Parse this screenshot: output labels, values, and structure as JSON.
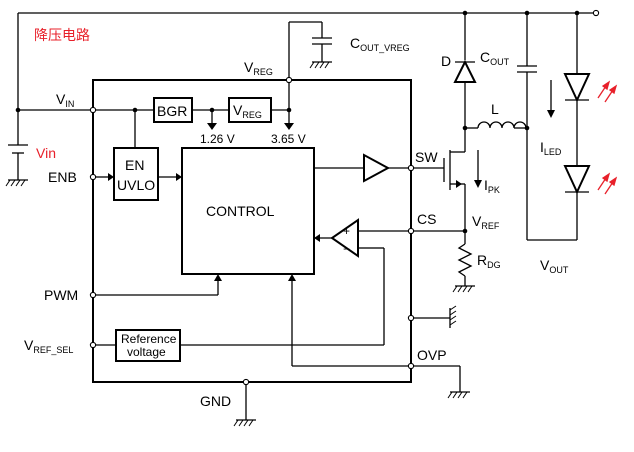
{
  "labels": {
    "buck_circuit": "降压电路",
    "vin_source": "Vin",
    "v_in": "V",
    "v_in_sub": "IN",
    "enb": "ENB",
    "pwm": "PWM",
    "v_ref_sel": "V",
    "v_ref_sel_sub": "REF_SEL",
    "gnd": "GND",
    "v_reg": "V",
    "v_reg_sub": "REG",
    "c_out_vreg": "C",
    "c_out_vreg_sub": "OUT_VREG",
    "bgr": "BGR",
    "vreg_block": "V",
    "vreg_block_sub": "REG",
    "v126": "1.26 V",
    "v365": "3.65 V",
    "en_line1": "EN",
    "en_line2": "UVLO",
    "control": "CONTROL",
    "ref_line1": "Reference",
    "ref_line2": "voltage",
    "sw": "SW",
    "cs": "CS",
    "ovp": "OVP",
    "d": "D",
    "c_out": "C",
    "c_out_sub": "OUT",
    "l": "L",
    "i_led": "I",
    "i_led_sub": "LED",
    "i_pk": "I",
    "i_pk_sub": "PK",
    "v_ref": "V",
    "v_ref_sub": "REF",
    "r_dg": "R",
    "r_dg_sub": "DG",
    "v_out": "V",
    "v_out_sub": "OUT",
    "comp_plus": "+",
    "comp_minus": "−"
  },
  "colors": {
    "line": "#000000",
    "accent_red": "#e8202a"
  }
}
